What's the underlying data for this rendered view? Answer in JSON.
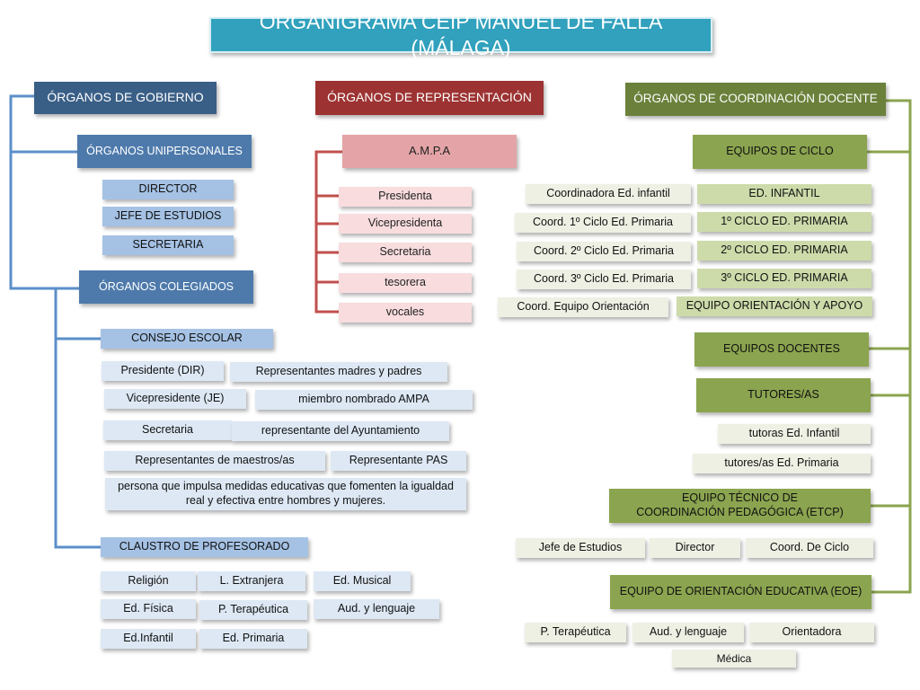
{
  "title": "ORGANIGRAMA CEIP MANUEL DE FALLA (MÁLAGA)",
  "gobierno": {
    "header": "ÓRGANOS DE GOBIERNO",
    "unipersonales": {
      "label": "ÓRGANOS UNIPERSONALES",
      "items": [
        "DIRECTOR",
        "JEFE DE ESTUDIOS",
        "SECRETARIA"
      ]
    },
    "colegiados": {
      "label": "ÓRGANOS COLEGIADOS",
      "consejo": {
        "label": "CONSEJO ESCOLAR",
        "members": [
          "Presidente (DIR)",
          "Representantes madres y padres",
          "Vicepresidente (JE)",
          "miembro nombrado AMPA",
          "Secretaria",
          "representante del Ayuntamiento",
          "Representantes de maestros/as",
          "Representante PAS",
          "persona que impulsa medidas educativas que fomenten la igualdad real y efectiva entre hombres y mujeres."
        ]
      },
      "claustro": {
        "label": "CLAUSTRO DE PROFESORADO",
        "members": [
          "Religión",
          "L. Extranjera",
          "Ed. Musical",
          "Ed. Física",
          "P. Terapéutica",
          "Aud. y lenguaje",
          "Ed.Infantil",
          "Ed. Primaria"
        ]
      }
    }
  },
  "representacion": {
    "header": "ÓRGANOS DE REPRESENTACIÓN",
    "ampa": {
      "label": "A.M.P.A",
      "members": [
        "Presidenta",
        "Vicepresidenta",
        "Secretaria",
        "tesorera",
        "vocales"
      ]
    }
  },
  "coordinacion": {
    "header": "ÓRGANOS DE COORDINACIÓN DOCENTE",
    "equipos_ciclo": {
      "label": "EQUIPOS DE CICLO",
      "rows": [
        {
          "coord": "Coordinadora Ed. infantil",
          "ciclo": "ED. INFANTIL"
        },
        {
          "coord": "Coord. 1º Ciclo Ed. Primaria",
          "ciclo": "1º CICLO ED. PRIMARIA"
        },
        {
          "coord": "Coord. 2º Ciclo Ed. Primaria",
          "ciclo": "2º CICLO ED. PRIMARIA"
        },
        {
          "coord": "Coord. 3º Ciclo Ed. Primaria",
          "ciclo": "3º CICLO ED. PRIMARIA"
        },
        {
          "coord": "Coord. Equipo Orientación",
          "ciclo": "EQUIPO ORIENTACIÓN Y APOYO"
        }
      ]
    },
    "equipos_docentes": "EQUIPOS DOCENTES",
    "tutores": {
      "label": "TUTORES/AS",
      "items": [
        "tutoras Ed. Infantil",
        "tutores/as Ed. Primaria"
      ]
    },
    "etcp": {
      "label": "EQUIPO TÉCNICO DE COORDINACIÓN PEDAGÓGICA (ETCP)",
      "items": [
        "Jefe de Estudios",
        "Director",
        "Coord. De Ciclo"
      ]
    },
    "eoe": {
      "label": "EQUIPO DE ORIENTACIÓN EDUCATIVA (EOE)",
      "items": [
        "P. Terapéutica",
        "Aud.  y lenguaje",
        "Orientadora",
        "Médica"
      ]
    }
  },
  "colors": {
    "gobierno": "#3a5f87",
    "representacion": "#9c3332",
    "coordinacion": "#6b813b",
    "title": "#31a1bd"
  }
}
